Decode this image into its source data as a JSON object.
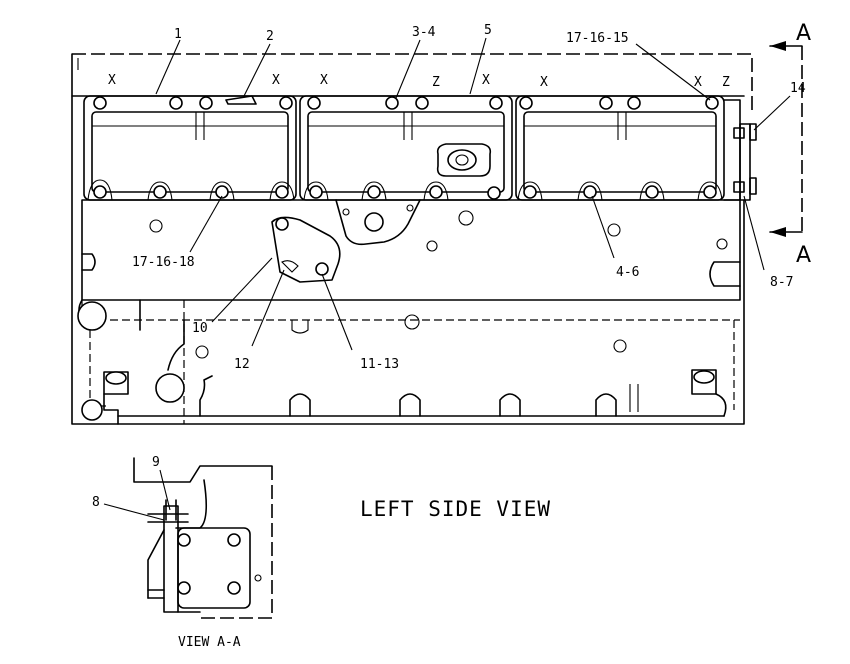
{
  "view_title": "LEFT SIDE VIEW",
  "detail_title": "VIEW A-A",
  "section_markers": [
    "A",
    "A"
  ],
  "callouts": [
    {
      "id": "c1",
      "text": "1"
    },
    {
      "id": "c2",
      "text": "2"
    },
    {
      "id": "c3",
      "text": "3-4"
    },
    {
      "id": "c5",
      "text": "5"
    },
    {
      "id": "c17a",
      "text": "17-16-15"
    },
    {
      "id": "c14",
      "text": "14"
    },
    {
      "id": "c17b",
      "text": "17-16-18"
    },
    {
      "id": "c46",
      "text": "4-6"
    },
    {
      "id": "c87",
      "text": "8-7"
    },
    {
      "id": "c10",
      "text": "10"
    },
    {
      "id": "c12",
      "text": "12"
    },
    {
      "id": "c1113",
      "text": "11-13"
    },
    {
      "id": "c9",
      "text": "9"
    },
    {
      "id": "c8",
      "text": "8"
    }
  ],
  "bolt_marks": [
    "X",
    "X",
    "X",
    "Z",
    "X",
    "X",
    "X",
    "Z"
  ]
}
